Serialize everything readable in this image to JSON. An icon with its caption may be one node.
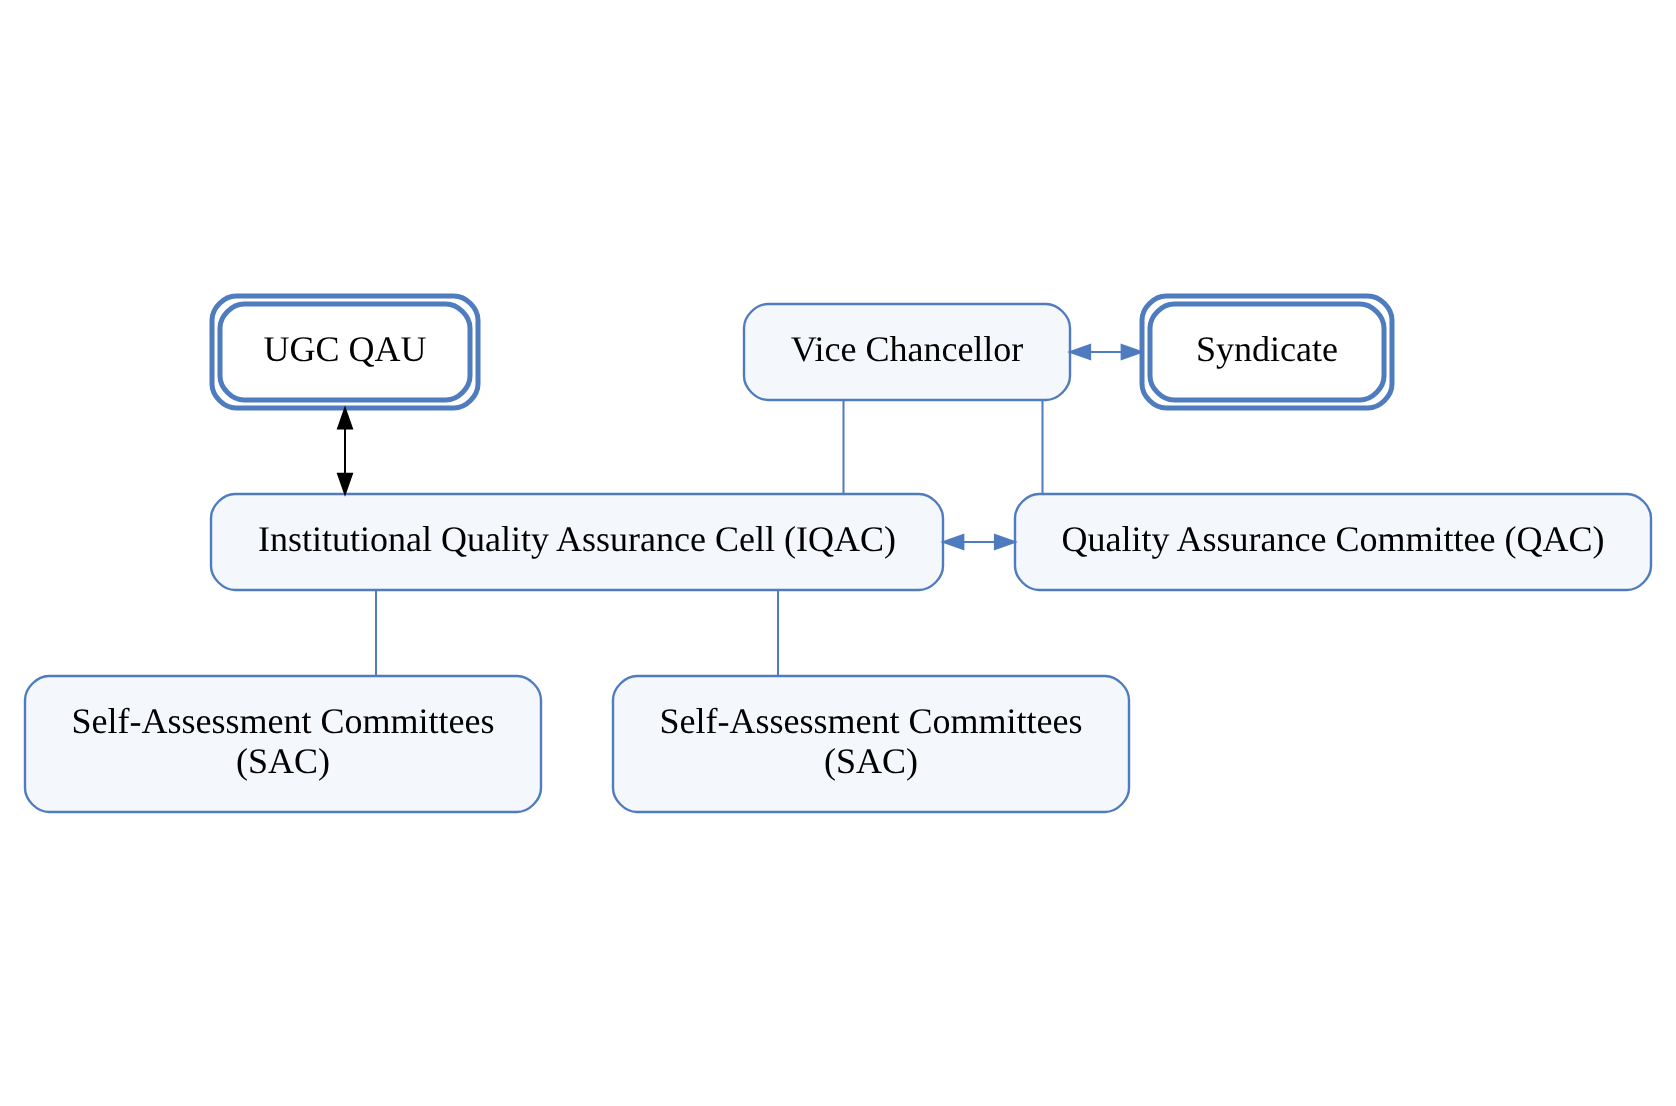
{
  "diagram": {
    "nodes": [
      {
        "text": [
          "UGC QAU"
        ]
      },
      {
        "text": [
          "Vice Chancellor"
        ]
      },
      {
        "text": [
          "Syndicate"
        ]
      },
      {
        "text": [
          "Institutional Quality Assurance Cell (IQAC)"
        ]
      },
      {
        "text": [
          "Quality Assurance Committee (QAC)"
        ]
      },
      {
        "text": [
          "Self-Assessment Committees",
          "(SAC)"
        ]
      },
      {
        "text": [
          "Self-Assessment Committees",
          "(SAC)"
        ]
      }
    ],
    "edges": [
      {
        "from": 1,
        "to": 2,
        "arrow": "both"
      },
      {
        "from": 0,
        "to": 3,
        "arrow": "both",
        "color": "#000000"
      },
      {
        "from": 1,
        "to": 3,
        "arrow": "none"
      },
      {
        "from": 1,
        "to": 4,
        "arrow": "none"
      },
      {
        "from": 3,
        "to": 4,
        "arrow": "both"
      },
      {
        "from": 3,
        "to": 5,
        "arrow": "none"
      },
      {
        "from": 3,
        "to": 6,
        "arrow": "none"
      }
    ]
  }
}
